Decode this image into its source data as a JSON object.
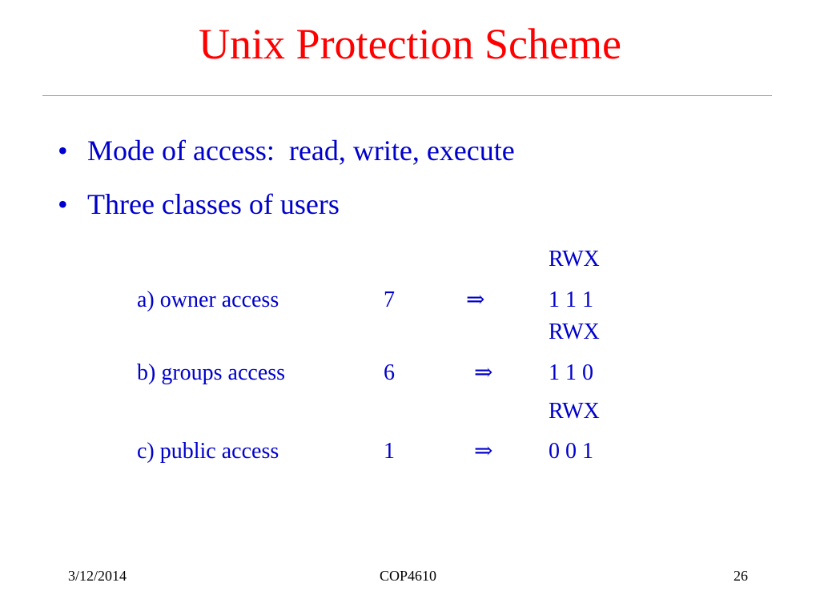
{
  "slide": {
    "title": "Unix Protection Scheme",
    "bullets": [
      {
        "marker": "•",
        "text": "Mode of access:  read, write, execute"
      },
      {
        "marker": "•",
        "text": "Three classes of users"
      }
    ],
    "table": {
      "rows": [
        {
          "header": "RWX",
          "label": "a) owner access",
          "number": "7",
          "arrow": "⇒",
          "bits": "1 1 1"
        },
        {
          "header": "RWX",
          "label": "b) groups access",
          "number": "6",
          "arrow": "⇒",
          "bits": "1 1 0"
        },
        {
          "header": "RWX",
          "label": "c) public access",
          "number": "1",
          "arrow": "⇒",
          "bits": "0 0 1"
        }
      ]
    }
  },
  "footer": {
    "date": "3/12/2014",
    "course": "COP4610",
    "page_number": "26"
  },
  "colors": {
    "title": "#ff0000",
    "body_text": "#0000cc",
    "rule": "#6fa0e6",
    "footer": "#000000"
  }
}
